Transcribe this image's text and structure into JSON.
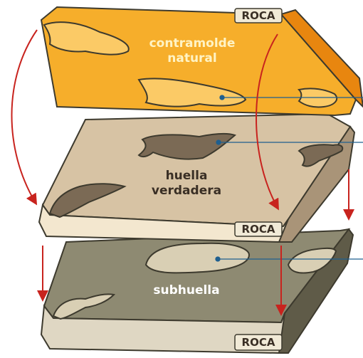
{
  "labels": {
    "rock_top": "ROCA",
    "rock_middle": "ROCA",
    "rock_bottom": "ROCA",
    "cast_line1": "contramolde",
    "cast_line2": "natural",
    "true_line1": "huella",
    "true_line2": "verdadera",
    "undertrack": "subhuella"
  },
  "colors": {
    "cast_top": "#f6ae2b",
    "cast_side": "#e8860f",
    "cast_label": "#fff3c4",
    "true_top": "#d7c3a4",
    "true_side": "#a99478",
    "under_top": "#8e8a72",
    "under_side": "#5f5b48",
    "track_light": "#efe1c3",
    "arrow": "#c8231e",
    "leader": "#1f5f8f",
    "rock_label_bg": "#f1ead7",
    "rock_label_text": "#3a2f25"
  }
}
